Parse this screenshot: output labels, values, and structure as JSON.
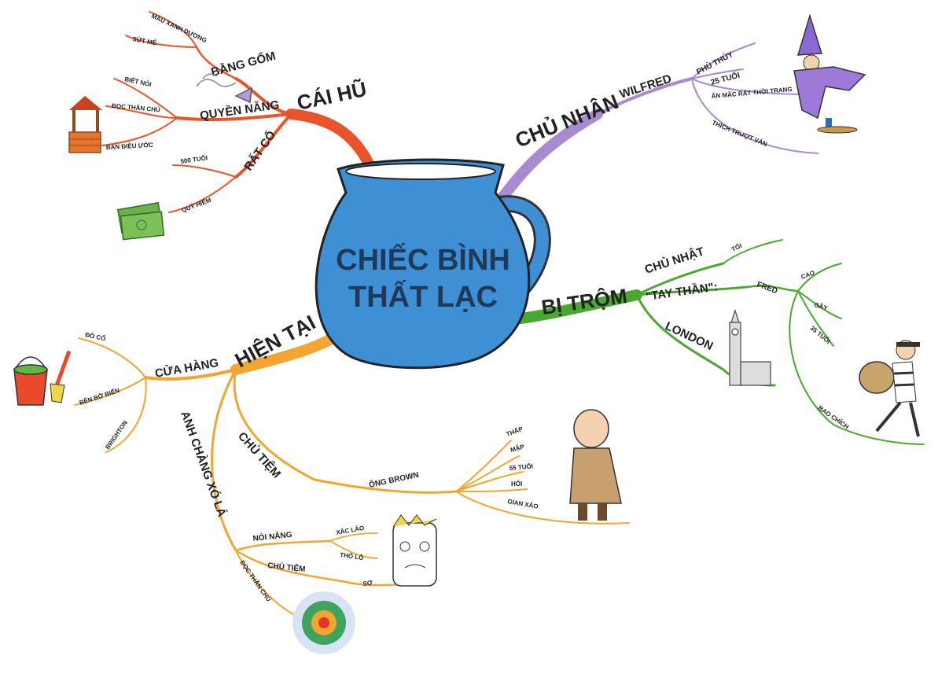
{
  "center": {
    "line1": "CHIẾC BÌNH",
    "line2": "THẤT LẠC",
    "color": "#3e8fd4"
  },
  "branches": {
    "cai_hu": {
      "label": "CÁI HŨ",
      "color": "#e8542b",
      "bang_gom": "BẰNG GỐM",
      "mau_xanh": "MÀU XANH DƯƠNG",
      "sut_me": "SỨT MẺ",
      "quyen_nang": "QUYỀN NĂNG",
      "biet_noi": "BIẾT NÓI",
      "doc_than_chu": "ĐỌC THẦN CHÚ",
      "ban_dieu_uoc": "BAN ĐIỀU ƯỚC",
      "rat_co": "RẤT CỔ",
      "tuoi_500": "500 TUỔI",
      "quy_hiem": "QUÝ HIẾM"
    },
    "chu_nhan": {
      "label": "CHỦ NHÂN",
      "color": "#a98ad0",
      "wilfred": "WILFRED",
      "phu_thuy": "PHÙ THỦY",
      "tuoi_25": "25 TUỔI",
      "an_mac": "ĂN MẶC RẤT THỜI TRANG",
      "truot_van": "THÍCH TRƯỢT VÁN"
    },
    "bi_trom": {
      "label": "BỊ TRỘM",
      "color": "#4aa832",
      "chu_nhat": "CHỦ NHẬT",
      "toi": "TỐI",
      "tay_than": "\"TAY THẦN\":",
      "fred": "FRED",
      "cao": "CAO",
      "gay": "GẦY",
      "tuoi_35": "35 TUỔI",
      "bao_chich": "BAO CHÍCH",
      "london": "LONDON"
    },
    "hien_tai": {
      "label": "HIỆN TẠI",
      "color": "#f2a531",
      "cua_hang": "CỬA HÀNG",
      "do_co": "ĐỒ CỔ",
      "ben_bo_bien": "BÊN BỜ BIỂN",
      "brighton": "BRIGHTON",
      "chu_tiem": "CHỦ TIỆM",
      "ong_brown": "ÔNG BROWN",
      "thap": "THẤP",
      "map": "MẬP",
      "tuoi_55": "55 TUỔI",
      "hoi": "HÓI",
      "gian_xao": "GIAN XẢO",
      "anh_chang": "ANH CHÀNG XÓ LÁ",
      "noi_nang": "NÓI NĂNG",
      "xac_lao": "XẤC LÁO",
      "tho_lo": "THÔ LỖ",
      "chu_tiem2": "CHỦ TIỆM",
      "so": "SỢ",
      "doc_than_chu": "ĐỌC THẦN CHÚ"
    }
  }
}
